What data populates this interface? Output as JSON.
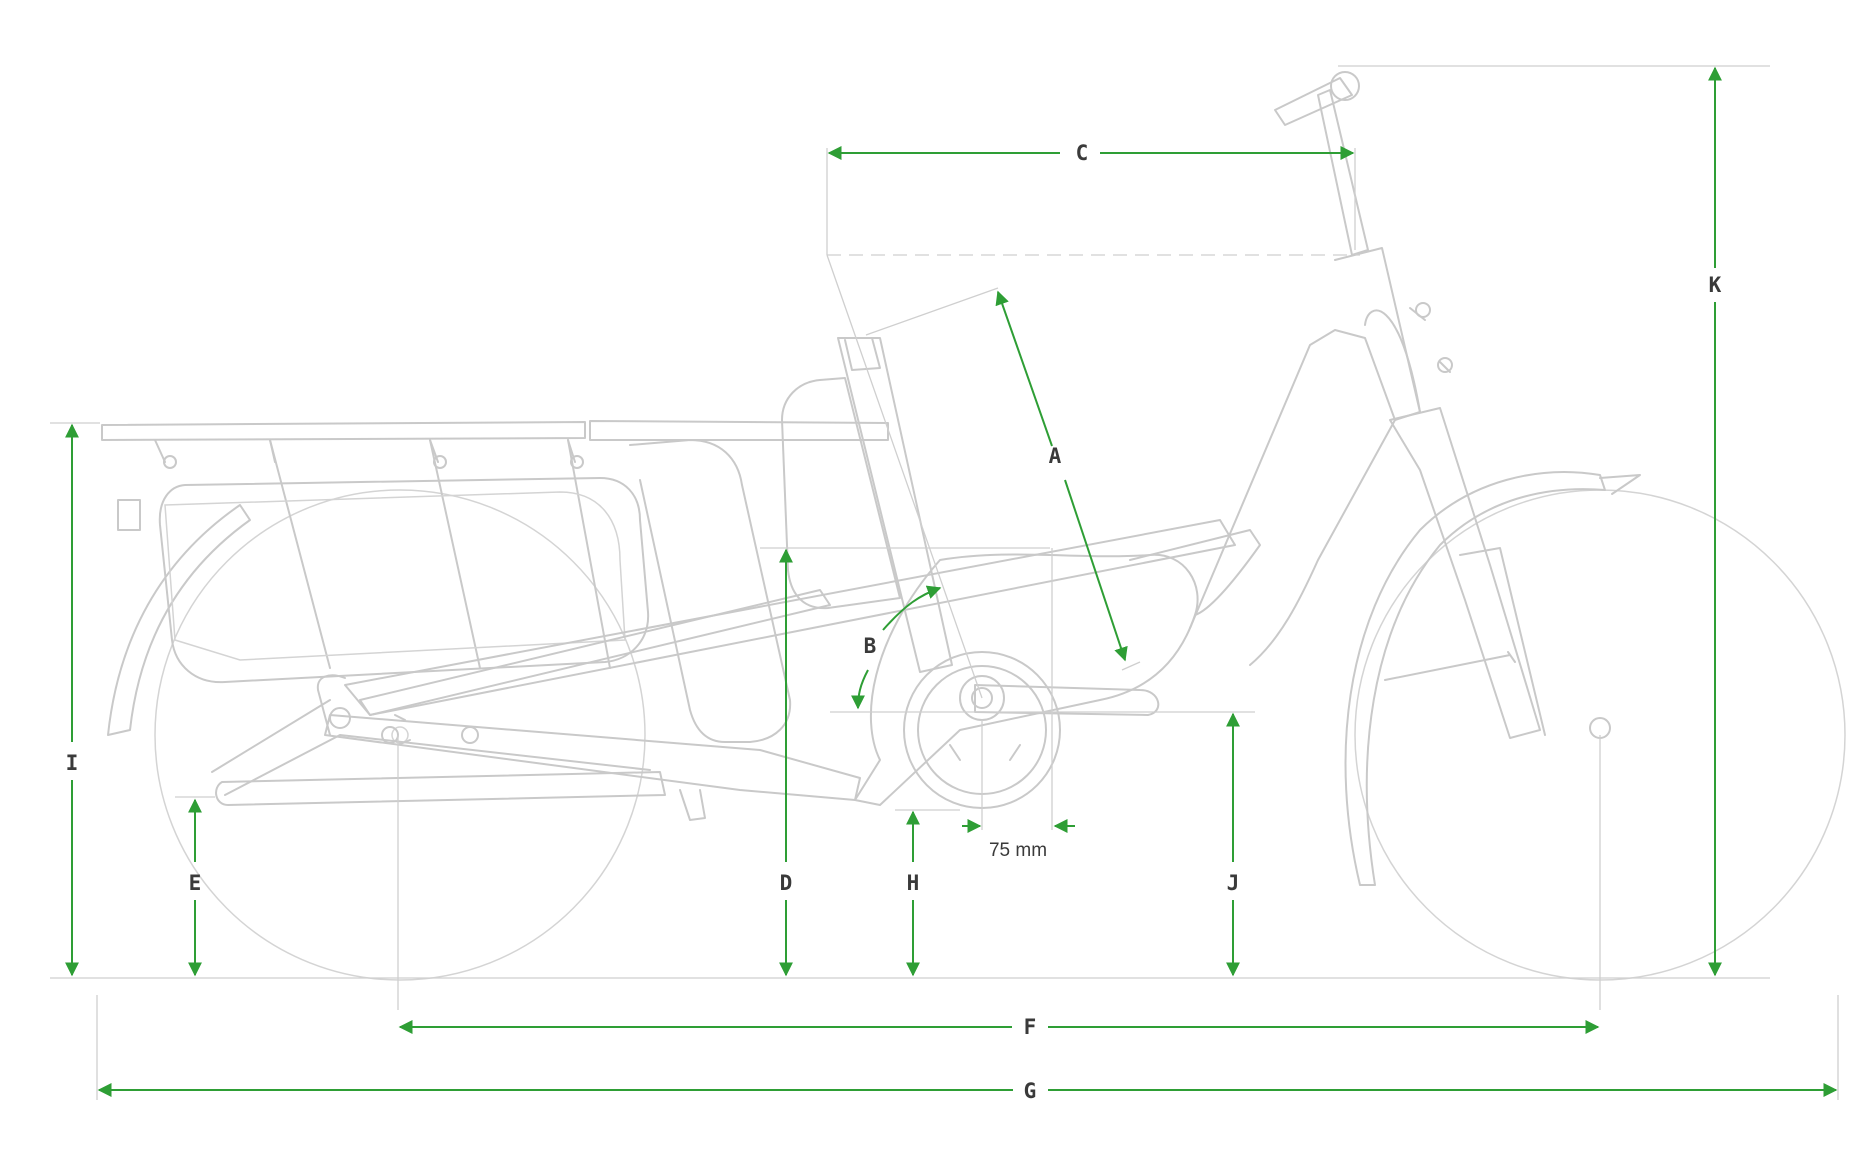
{
  "diagram": {
    "labels": {
      "A": "A",
      "B": "B",
      "C": "C",
      "D": "D",
      "E": "E",
      "F": "F",
      "G": "G",
      "H": "H",
      "I": "I",
      "J": "J",
      "K": "K"
    },
    "crank_offset_note": "75 mm"
  },
  "colors": {
    "dimension_line": "#2e9e35",
    "bike_outline": "#c9c9c9",
    "label_text": "#3a3a3a",
    "background": "#ffffff"
  }
}
